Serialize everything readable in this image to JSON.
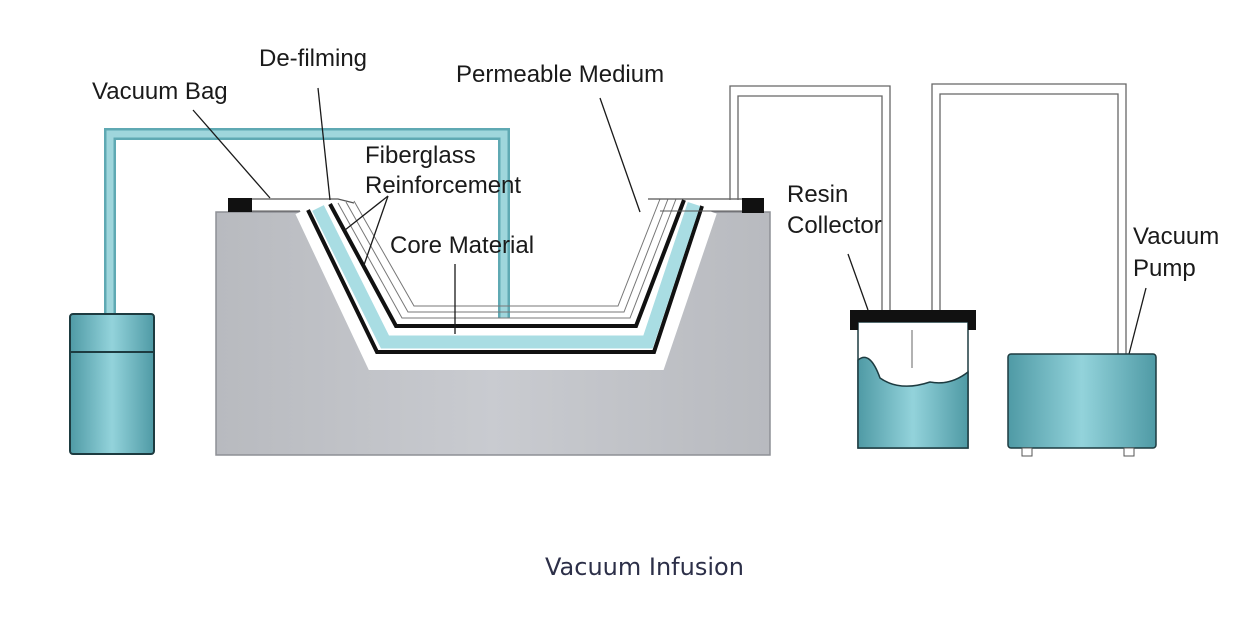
{
  "diagram": {
    "title": "Vacuum Infusion",
    "labels": {
      "vacuum_bag": "Vacuum Bag",
      "de_filming": "De-filming",
      "permeable_medium": "Permeable Medium",
      "fiberglass_line1": "Fiberglass",
      "fiberglass_line2": "Reinforcement",
      "core_material": "Core Material",
      "resin_collector_line1": "Resin",
      "resin_collector_line2": "Collector",
      "vacuum_pump_line1": "Vacuum",
      "vacuum_pump_line2": "Pump"
    },
    "components": [
      "resin-supply-container",
      "mold",
      "vacuum-bag",
      "de-filming-layer",
      "permeable-medium",
      "fiberglass-reinforcement",
      "core-material",
      "resin-collector",
      "vacuum-pump"
    ],
    "colors": {
      "resin": "#8fd0d8",
      "resin_dark": "#5fa9b3",
      "mold": "#c4c6cc",
      "mold_edge": "#8e9096",
      "seal": "#111111",
      "core_layer": "#a9dde3",
      "line": "#1a1a1a",
      "tube_stroke": "#555555"
    }
  }
}
